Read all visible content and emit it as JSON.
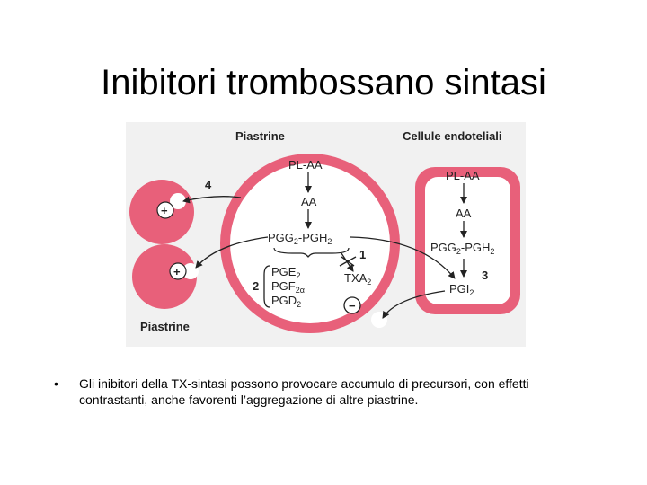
{
  "slide": {
    "title": "Inibitori trombossano sintasi",
    "bullet_marker": "•",
    "bullet_text": "Gli inibitori della TX-sintasi possono provocare accumulo di precursori, con effetti contrastanti, anche favorenti l’aggregazione di altre piastrine."
  },
  "diagram": {
    "header_platelets": "Piastrine",
    "header_endothelial": "Cellule endoteliali",
    "platelet_pl_aa": "PL-AA",
    "platelet_aa": "AA",
    "platelet_pgg": "PGG",
    "platelet_pgh": "-PGH",
    "sub_2": "2",
    "sub_2alpha": "2α",
    "pge": "PGE",
    "pgf": "PGF",
    "pgd": "PGD",
    "txa": "TXA",
    "endo_pl_aa": "PL-AA",
    "endo_aa": "AA",
    "endo_pgg": "PGG",
    "endo_pgh": "-PGH",
    "pgi": "PGI",
    "num_1": "1",
    "num_2": "2",
    "num_3": "3",
    "num_4": "4",
    "plus": "+",
    "minus": "−",
    "bottom_platelets": "Piastrine",
    "colors": {
      "cell_fill": "#e8607a",
      "cell_inner": "#ffffff",
      "stroke": "#c8304e",
      "text": "#222222"
    }
  }
}
